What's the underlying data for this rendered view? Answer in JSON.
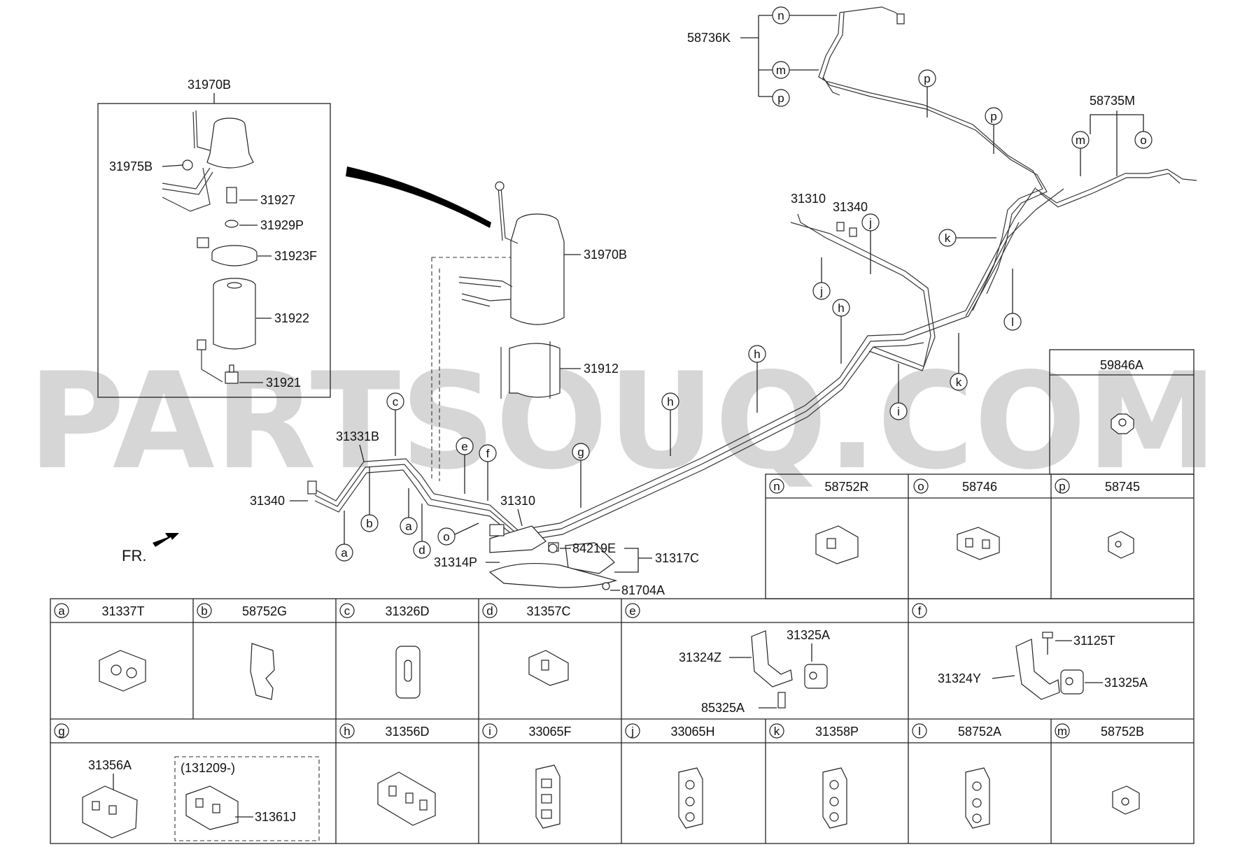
{
  "watermark": "PARTSOUQ.COM",
  "direction_label": "FR.",
  "callouts": {
    "p31970B_box": "31970B",
    "p31975B": "31975B",
    "p31927": "31927",
    "p31929P": "31929P",
    "p31923F": "31923F",
    "p31922": "31922",
    "p31921": "31921",
    "p31970B": "31970B",
    "p31912": "31912",
    "p31331B": "31331B",
    "p31340_left": "31340",
    "p31310_mid": "31310",
    "p84219E": "84219E",
    "p31317C": "31317C",
    "p31314P": "31314P",
    "p81704A": "81704A",
    "p58736K": "58736K",
    "p58735M": "58735M",
    "p31310_right": "31310",
    "p31340_right": "31340"
  },
  "letters": {
    "a": "a",
    "b": "b",
    "c": "c",
    "d": "d",
    "e": "e",
    "f": "f",
    "g": "g",
    "h": "h",
    "i": "i",
    "j": "j",
    "k": "k",
    "l": "l",
    "m": "m",
    "n": "n",
    "o": "o",
    "p": "p"
  },
  "legend_top": [
    {
      "letter": "n",
      "part": "58752R"
    },
    {
      "letter": "o",
      "part": "58746"
    },
    {
      "letter": "p",
      "part": "58745"
    }
  ],
  "legend_59846A": "59846A",
  "legend_row1": [
    {
      "letter": "a",
      "part": "31337T"
    },
    {
      "letter": "b",
      "part": "58752G"
    },
    {
      "letter": "c",
      "part": "31326D"
    },
    {
      "letter": "d",
      "part": "31357C"
    },
    {
      "letter": "e",
      "part": ""
    },
    {
      "letter": "f",
      "part": ""
    }
  ],
  "legend_e_parts": {
    "bracket": "31324Z",
    "clip": "31325A",
    "bolt": "85325A"
  },
  "legend_f_parts": {
    "bolt": "31125T",
    "bracket": "31324Y",
    "clip": "31325A"
  },
  "legend_row2": [
    {
      "letter": "g",
      "part": ""
    },
    {
      "letter": "h",
      "part": "31356D"
    },
    {
      "letter": "i",
      "part": "33065F"
    },
    {
      "letter": "j",
      "part": "33065H"
    },
    {
      "letter": "k",
      "part": "31358P"
    },
    {
      "letter": "l",
      "part": "58752A"
    },
    {
      "letter": "m",
      "part": "58752B"
    }
  ],
  "legend_g_parts": {
    "main": "31356A",
    "date_note": "(131209-)",
    "alt": "31361J"
  }
}
